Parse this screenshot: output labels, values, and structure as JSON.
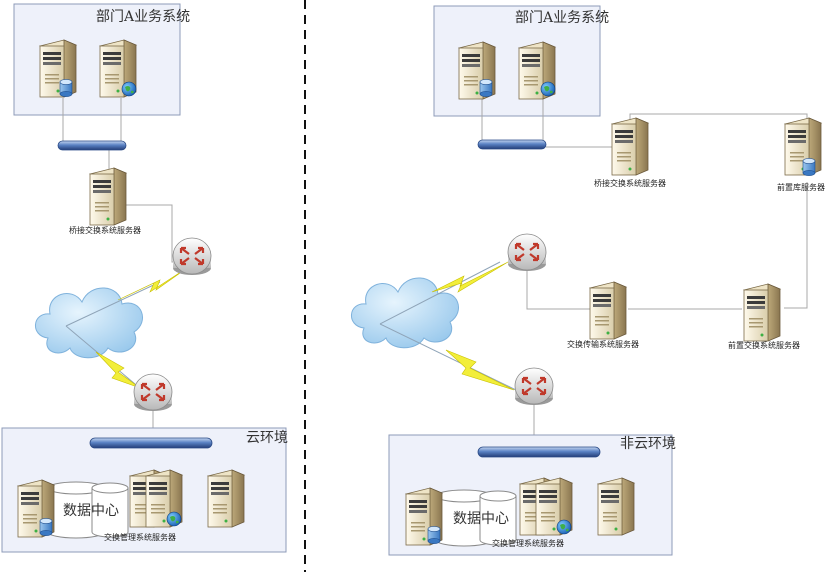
{
  "left": {
    "department_title": "部门A业务系统",
    "bridge_server_label": "桥接交换系统服务器",
    "environment_title": "云环境",
    "data_center_label": "数据中心",
    "mgmt_server_label": "交换管理系统服务器"
  },
  "right": {
    "department_title": "部门A业务系统",
    "bridge_server_label": "桥接交换系统服务器",
    "frontdb_server_label": "前置库服务器",
    "transfer_server_label": "交换传输系统服务器",
    "front_exchange_server_label": "前置交换系统服务器",
    "environment_title": "非云环境",
    "data_center_label": "数据中心",
    "mgmt_server_label": "交换管理系统服务器"
  },
  "colors": {
    "panel_fill": "#eef1fa",
    "panel_stroke": "#8e9bb8",
    "link_line": "#aaaaaa",
    "bus_bar": "#4f79bd",
    "lightning": "#f2ee3a",
    "cloud": "#a9d3f2",
    "router": "#c0392b",
    "divider": "#111111"
  },
  "icons": [
    "db-server-icon",
    "web-server-icon",
    "server-icon",
    "router-icon",
    "cloud-icon",
    "lightning-icon",
    "bus-bar-icon",
    "data-center-icon",
    "globe-icon",
    "database-icon"
  ]
}
